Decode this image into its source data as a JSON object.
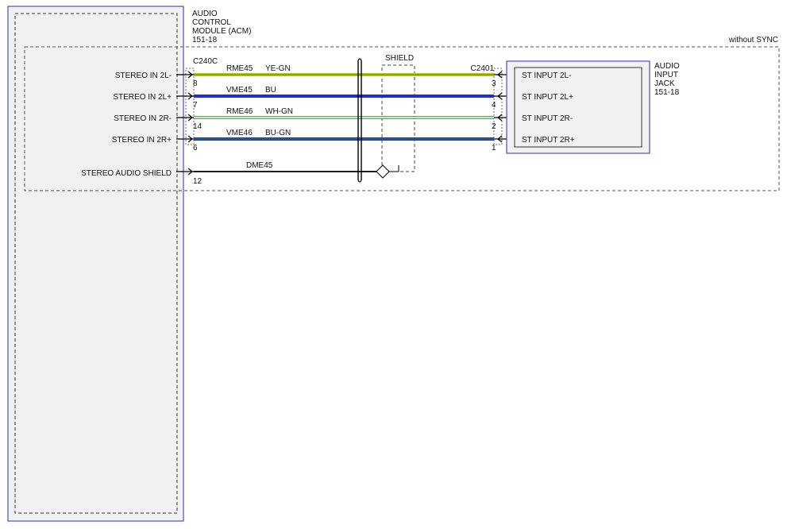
{
  "acm": {
    "title_lines": [
      "AUDIO",
      "CONTROL",
      "MODULE (ACM)",
      "151-18"
    ],
    "connector": "C240C",
    "pins": [
      {
        "label": "STEREO IN 2L-",
        "pin": "8"
      },
      {
        "label": "STEREO IN 2L+",
        "pin": "7"
      },
      {
        "label": "STEREO IN 2R-",
        "pin": "14"
      },
      {
        "label": "STEREO IN 2R+",
        "pin": "6"
      },
      {
        "label": "STEREO AUDIO SHIELD",
        "pin": "12"
      }
    ]
  },
  "variant_label": "without SYNC",
  "shield_label": "SHIELD",
  "wires": [
    {
      "circuit": "RME45",
      "color_code": "YE-GN",
      "stroke": "#c8c800",
      "stripe": "#2e8b2e"
    },
    {
      "circuit": "VME45",
      "color_code": "BU",
      "stroke": "#1f2fd6",
      "stripe": ""
    },
    {
      "circuit": "RME46",
      "color_code": "WH-GN",
      "stroke": "#ffffff",
      "stripe": "#2e8b2e"
    },
    {
      "circuit": "VME46",
      "color_code": "BU-GN",
      "stroke": "#1f2fd6",
      "stripe": "#2e8b2e"
    },
    {
      "circuit": "DME45",
      "color_code": "",
      "stroke": "#000000",
      "stripe": ""
    }
  ],
  "jack": {
    "title_lines": [
      "AUDIO",
      "INPUT",
      "JACK",
      "151-18"
    ],
    "connector": "C2401",
    "pins": [
      {
        "label": "ST INPUT 2L-",
        "pin": "3"
      },
      {
        "label": "ST INPUT 2L+",
        "pin": "4"
      },
      {
        "label": "ST INPUT 2R-",
        "pin": "2"
      },
      {
        "label": "ST INPUT 2R+",
        "pin": "1"
      }
    ]
  },
  "colors": {
    "module_border": "#4a4fc4",
    "module_fill": "#f1f1f1"
  }
}
